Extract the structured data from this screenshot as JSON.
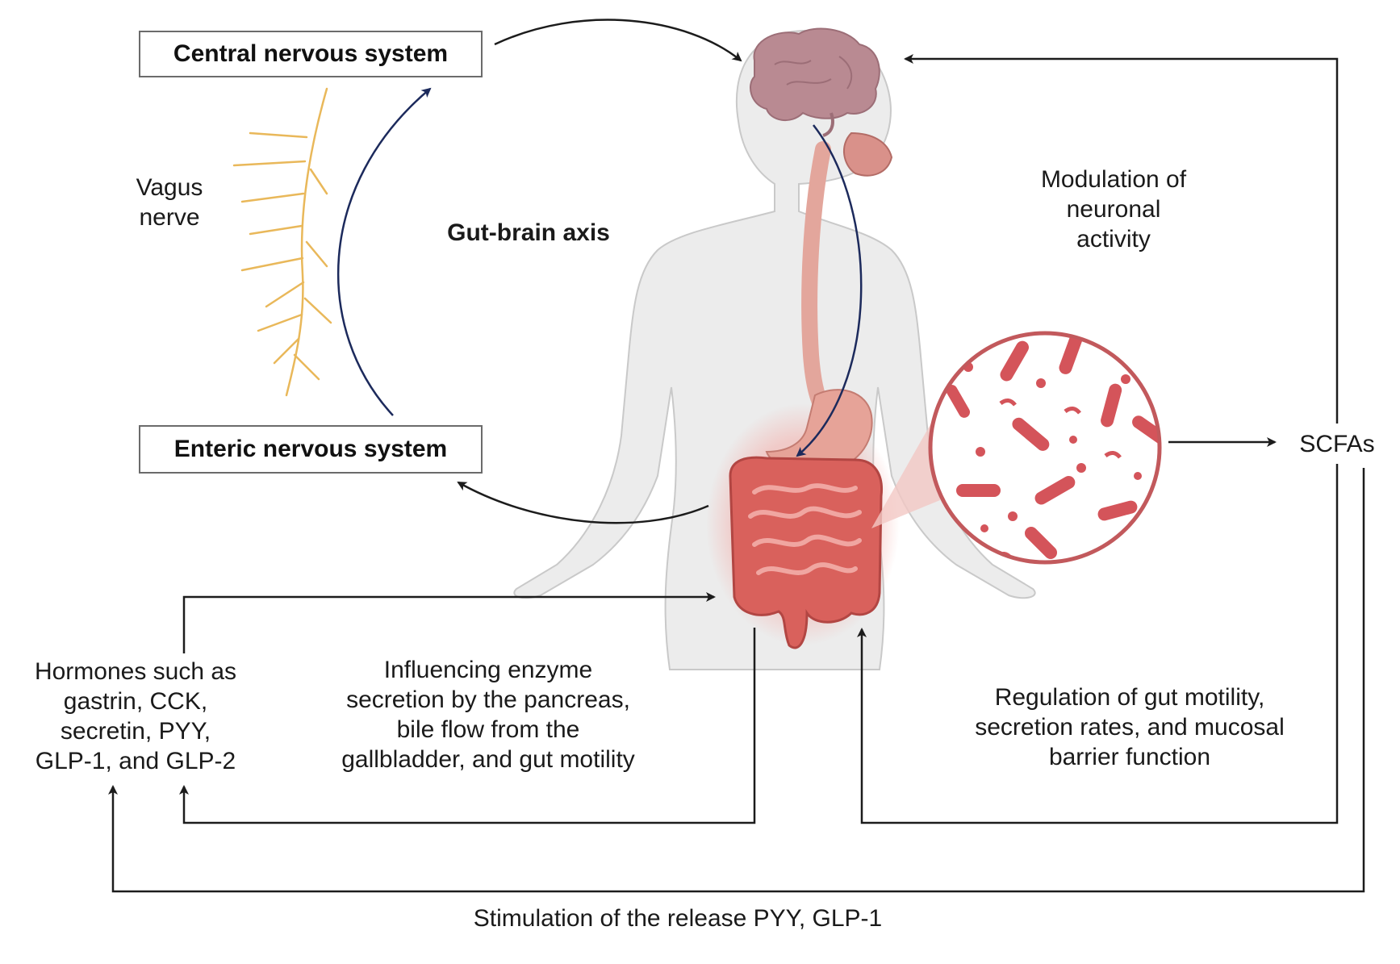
{
  "boxes": {
    "cns": "Central nervous system",
    "ens": "Enteric nervous system"
  },
  "labels": {
    "vagus": [
      "Vagus",
      "nerve"
    ],
    "axis": "Gut-brain axis",
    "modulation": [
      "Modulation of",
      "neuronal",
      "activity"
    ],
    "scfas": "SCFAs",
    "hormones": [
      "Hormones such as",
      "gastrin, CCK,",
      "secretin, PYY,",
      "GLP-1, and GLP-2"
    ],
    "enzyme": [
      "Influencing enzyme",
      "secretion by the pancreas,",
      "bile flow from the",
      "gallbladder, and gut motility"
    ],
    "regulation": [
      "Regulation of gut motility,",
      "secretion rates, and mucosal",
      "barrier function"
    ],
    "stimulation": "Stimulation of the release PYY, GLP-1"
  },
  "colors": {
    "arrow": "#1c1c1c",
    "axis_arrow": "#1c2a5c",
    "nerve": "#e9b85a",
    "body": "#ececec",
    "body_outline": "#c9c9c9",
    "brain": "#b98a92",
    "gut": "#d9615c",
    "gut_glow": "#f3b4b0",
    "bacteria": "#d4545a",
    "esophagus": "#e3a69c"
  },
  "icons": [
    "brain-icon",
    "human-body-icon",
    "intestine-icon",
    "stomach-icon",
    "bacteria-icon",
    "vagus-nerve-icon"
  ]
}
